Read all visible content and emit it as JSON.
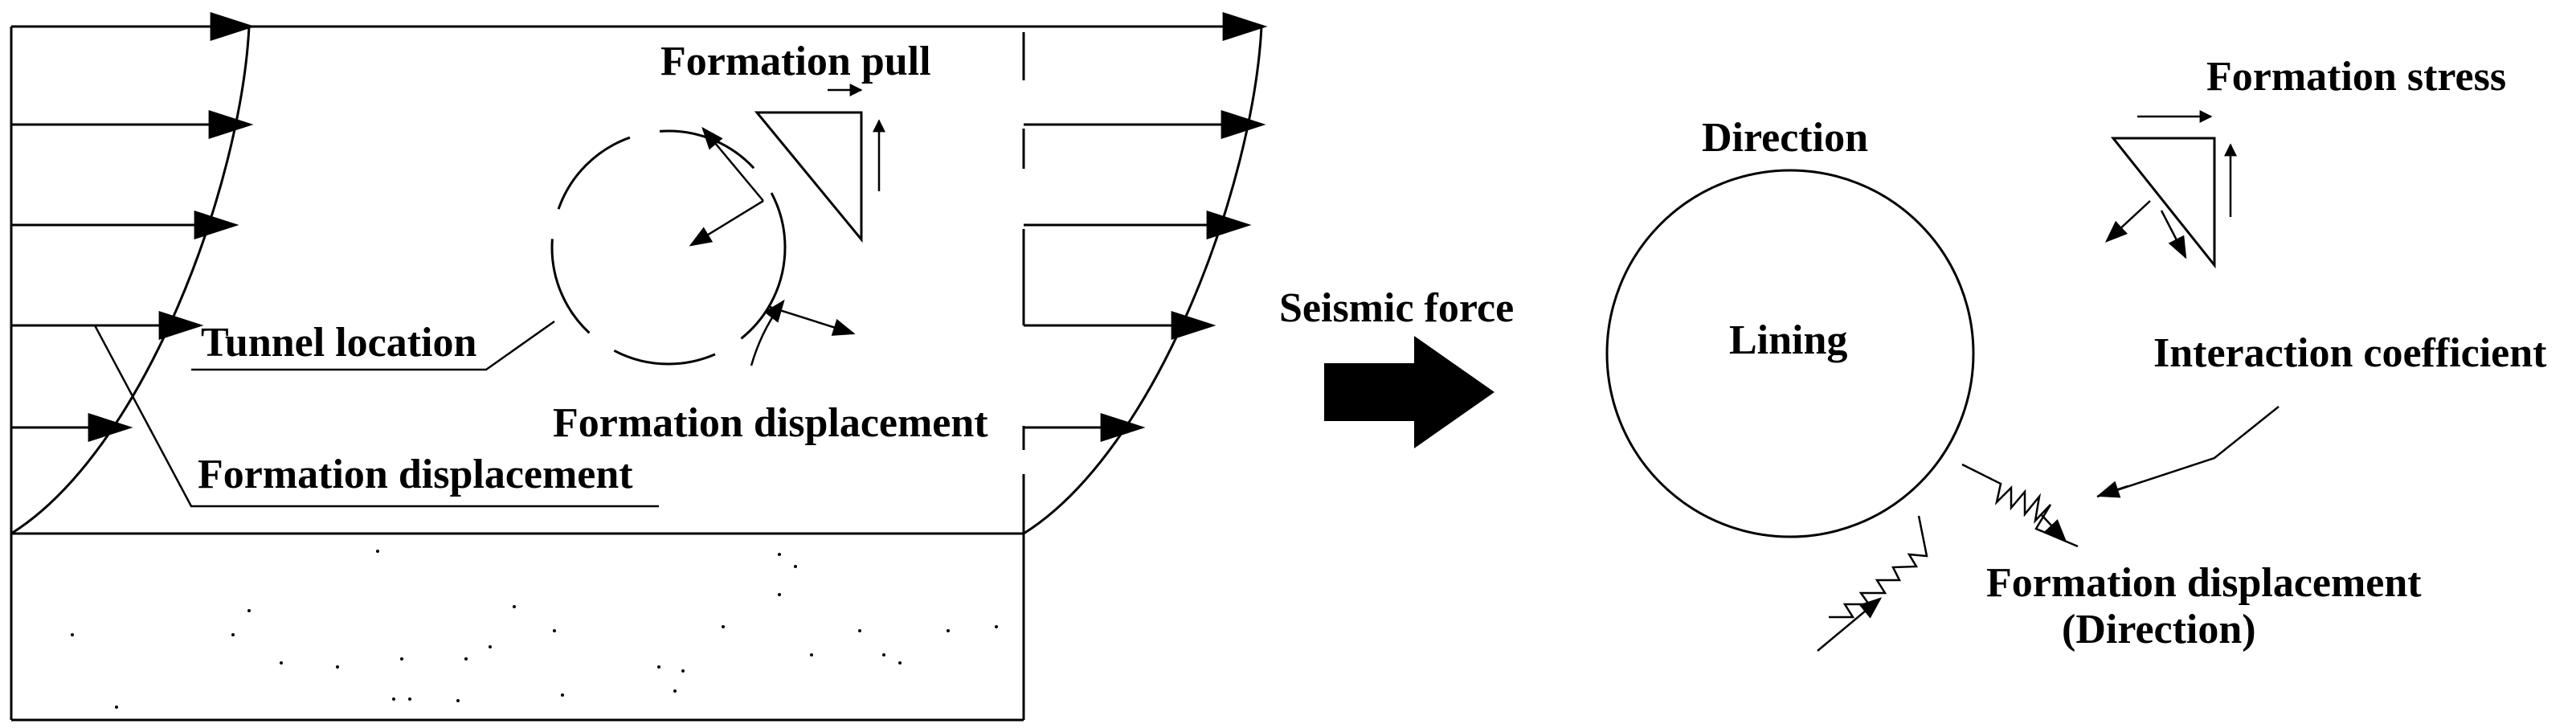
{
  "labels": {
    "formation_pull": "Formation pull",
    "tunnel_location": "Tunnel location",
    "formation_displacement_inner": "Formation displacement",
    "formation_displacement_outer": "Formation displacement",
    "seismic_force": "Seismic force",
    "direction_top": "Direction",
    "lining": "Lining",
    "formation_stress": "Formation stress",
    "interaction_coefficient": "Interaction coefficient",
    "formation_displacement_right": "Formation displacement",
    "direction_bottom": "(Direction)"
  },
  "colors": {
    "ink": "#000000",
    "background": "#ffffff"
  }
}
